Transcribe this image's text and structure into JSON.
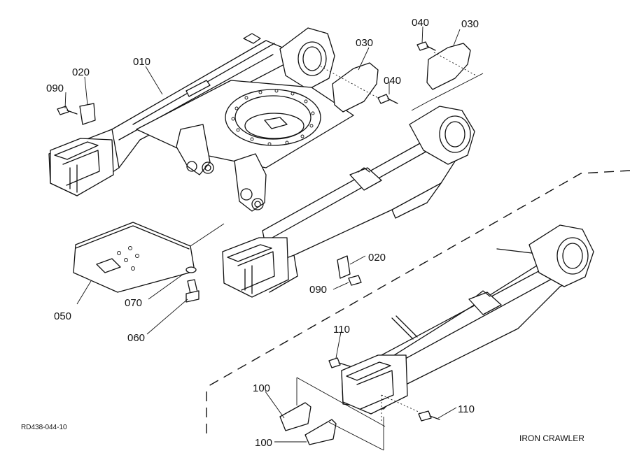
{
  "drawing": {
    "code": "RD438-044-10",
    "caption": "IRON CRAWLER"
  },
  "callouts": {
    "p010": "010",
    "p020a": "020",
    "p020b": "020",
    "p030a": "030",
    "p030b": "030",
    "p040a": "040",
    "p040b": "040",
    "p050": "050",
    "p060": "060",
    "p070": "070",
    "p090a": "090",
    "p090b": "090",
    "p100a": "100",
    "p100b": "100",
    "p110a": "110",
    "p110b": "110"
  }
}
